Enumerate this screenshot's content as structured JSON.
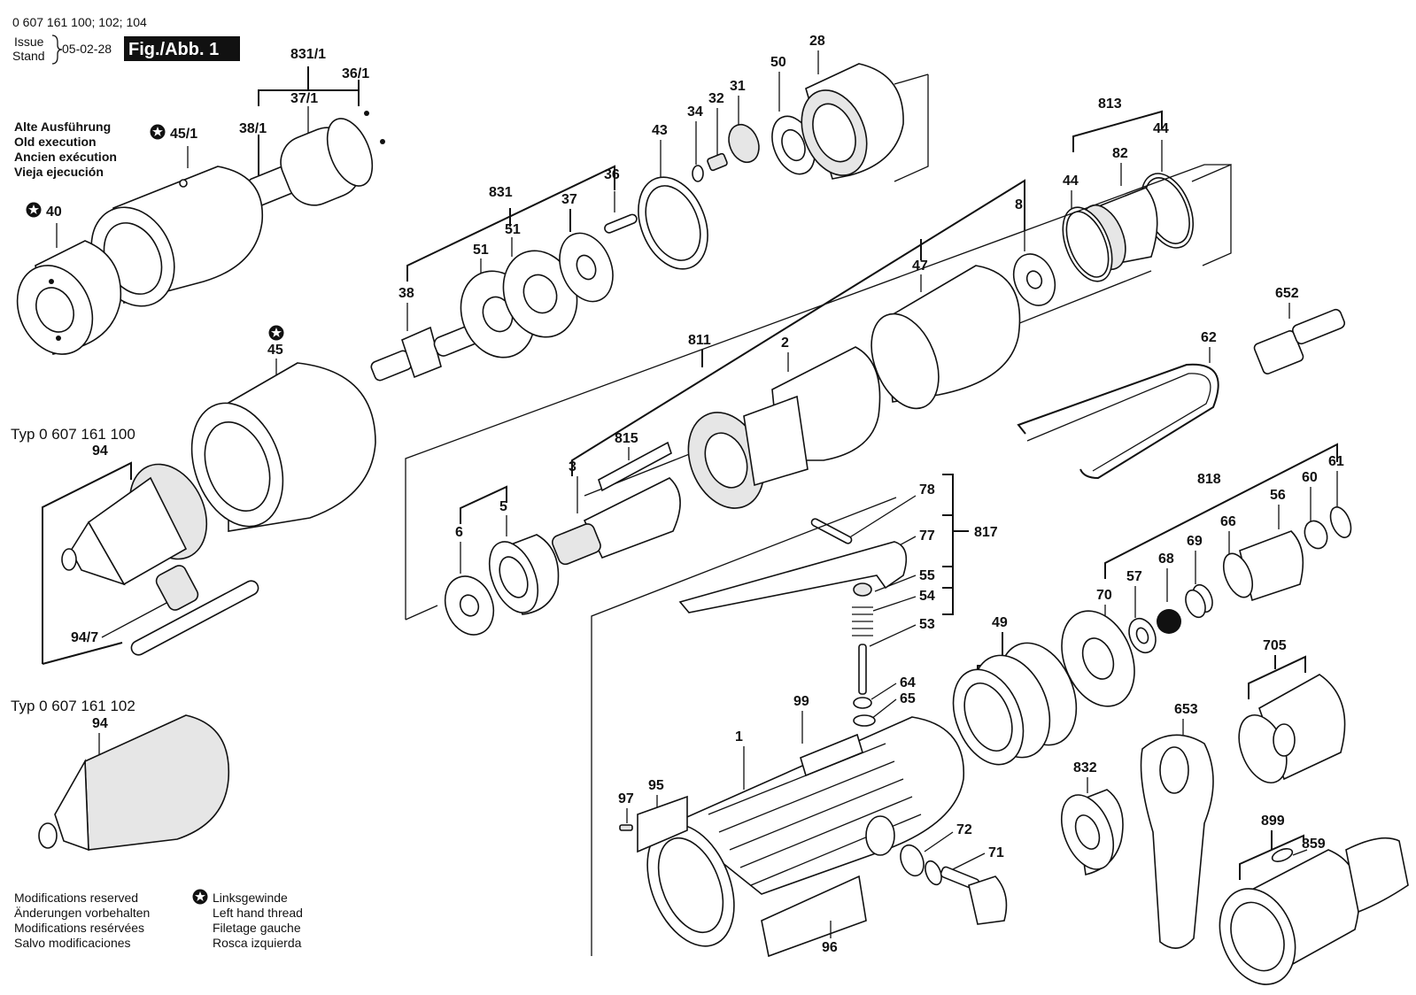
{
  "header": {
    "doc_number": "0 607 161 100; 102; 104",
    "issue_label": "Issue",
    "stand_label": "Stand",
    "issue_date": "05-02-28",
    "figure_label": "Fig./Abb. 1"
  },
  "old_execution": [
    "Alte Ausführung",
    "Old execution",
    "Ancien exécution",
    "Vieja ejecución"
  ],
  "type_labels": {
    "typ_100": "Typ 0 607 161 100",
    "typ_102": "Typ 0 607 161 102"
  },
  "modifications": [
    "Modifications reserved",
    "Änderungen vorbehalten",
    "Modifications resérvées",
    "Salvo modificaciones"
  ],
  "left_hand_thread": [
    "Linksgewinde",
    "Left hand thread",
    "Filetage gauche",
    "Rosca izquierda"
  ],
  "star_symbol": "star-in-circle-icon",
  "part_labels": {
    "p831_1": "831/1",
    "p36_1": "36/1",
    "p37_1": "37/1",
    "p38_1": "38/1",
    "p45_1": "45/1",
    "p40": "40",
    "p45": "45",
    "p94a": "94",
    "p94_7": "94/7",
    "p94b": "94",
    "p831": "831",
    "p36": "36",
    "p37": "37",
    "p51a": "51",
    "p51b": "51",
    "p38": "38",
    "p43": "43",
    "p34": "34",
    "p32": "32",
    "p31": "31",
    "p50": "50",
    "p28": "28",
    "p813": "813",
    "p44a": "44",
    "p44b": "44",
    "p82": "82",
    "p8": "8",
    "p47": "47",
    "p652": "652",
    "p62": "62",
    "p811": "811",
    "p2": "2",
    "p815": "815",
    "p3": "3",
    "p6": "6",
    "p5": "5",
    "p78": "78",
    "p77": "77",
    "p817": "817",
    "p55": "55",
    "p54": "54",
    "p53": "53",
    "p64": "64",
    "p65": "65",
    "p99": "99",
    "p1": "1",
    "p97": "97",
    "p95": "95",
    "p96": "96",
    "p72": "72",
    "p71": "71",
    "p49": "49",
    "p818": "818",
    "p61": "61",
    "p60": "60",
    "p56": "56",
    "p66": "66",
    "p69": "69",
    "p68": "68",
    "p57": "57",
    "p70": "70",
    "p705": "705",
    "p653": "653",
    "p832": "832",
    "p899": "899",
    "p859": "859"
  }
}
